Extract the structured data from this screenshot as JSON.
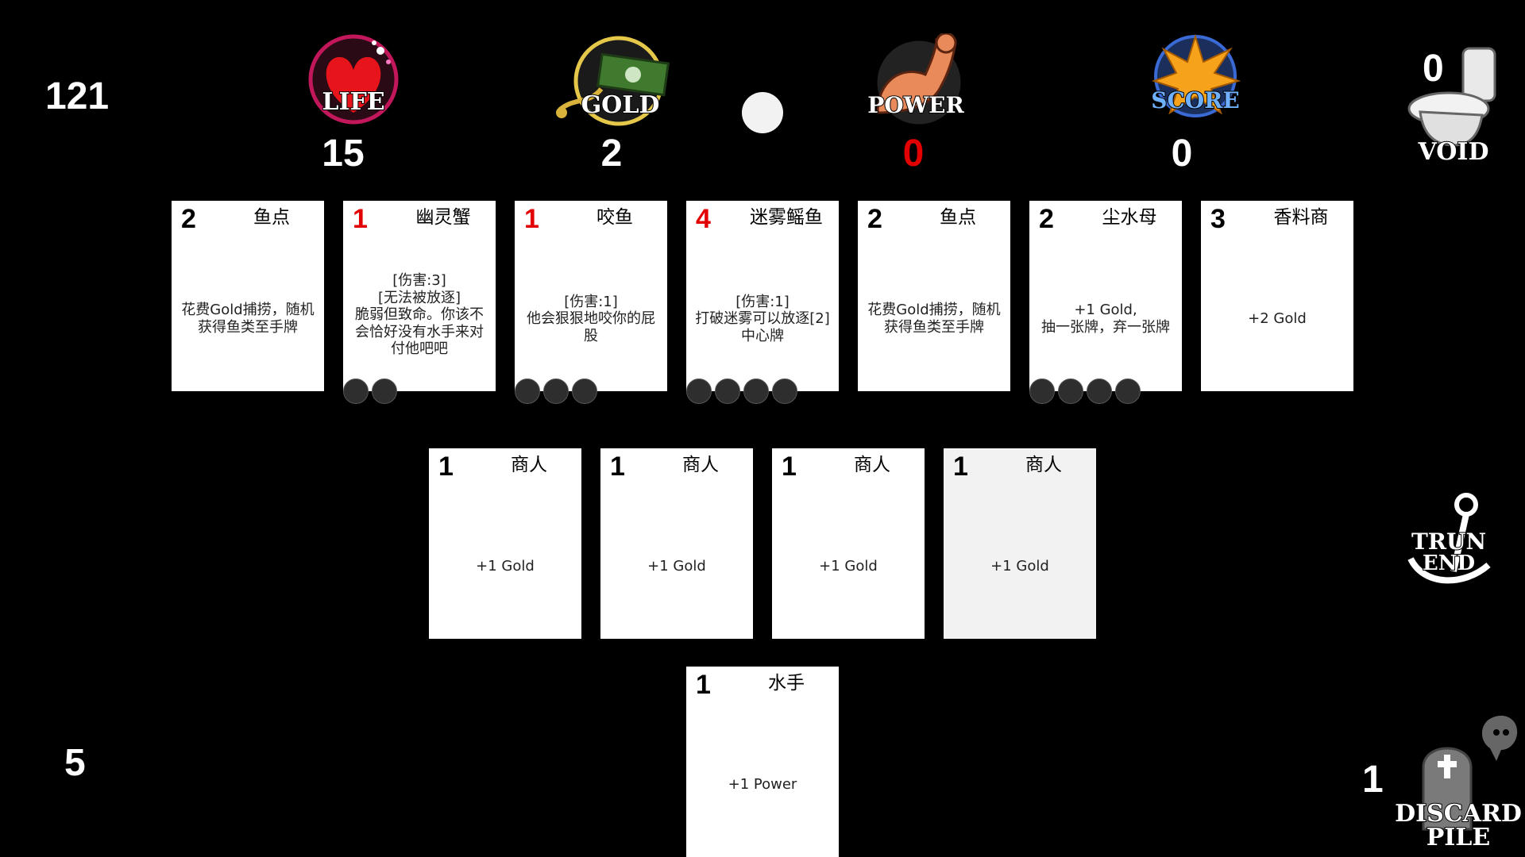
{
  "counters": {
    "top_left": "121",
    "bottom_left": "5",
    "void_count": "0",
    "discard_count": "1"
  },
  "stats": {
    "life": {
      "label": "LIFE",
      "value": "15",
      "color": "#ffffff"
    },
    "gold": {
      "label": "GOLD",
      "value": "2",
      "color": "#ffffff"
    },
    "power": {
      "label": "POWER",
      "value": "0",
      "color": "#e30000"
    },
    "score": {
      "label": "SCORE",
      "value": "0",
      "color": "#ffffff"
    }
  },
  "piles": {
    "void_label": "VOID",
    "turn_end_label_1": "TRUN",
    "turn_end_label_2": "END",
    "discard_label_1": "DISCARD",
    "discard_label_2": "PILE"
  },
  "market": [
    {
      "cost": "2",
      "cost_red": false,
      "name": "鱼点",
      "desc": "花费Gold捕捞，随机\n获得鱼类至手牌",
      "dots": 0
    },
    {
      "cost": "1",
      "cost_red": true,
      "name": "幽灵蟹",
      "desc": "[伤害:3]\n[无法被放逐]\n脆弱但致命。你该不\n会恰好没有水手来对\n付他吧吧",
      "dots": 2
    },
    {
      "cost": "1",
      "cost_red": true,
      "name": "咬鱼",
      "desc": "[伤害:1]\n他会狠狠地咬你的屁\n股",
      "dots": 3
    },
    {
      "cost": "4",
      "cost_red": true,
      "name": "迷雾鳐鱼",
      "desc": "[伤害:1]\n打破迷雾可以放逐[2]\n中心牌",
      "dots": 4
    },
    {
      "cost": "2",
      "cost_red": false,
      "name": "鱼点",
      "desc": "花费Gold捕捞，随机\n获得鱼类至手牌",
      "dots": 0
    },
    {
      "cost": "2",
      "cost_red": false,
      "name": "尘水母",
      "desc": "+1 Gold,\n抽一张牌，弃一张牌",
      "dots": 4
    },
    {
      "cost": "3",
      "cost_red": false,
      "name": "香料商",
      "desc": "+2 Gold",
      "dots": 0
    }
  ],
  "played": [
    {
      "cost": "1",
      "name": "商人",
      "desc": "+1 Gold",
      "dim": false
    },
    {
      "cost": "1",
      "name": "商人",
      "desc": "+1 Gold",
      "dim": false
    },
    {
      "cost": "1",
      "name": "商人",
      "desc": "+1 Gold",
      "dim": false
    },
    {
      "cost": "1",
      "name": "商人",
      "desc": "+1 Gold",
      "dim": true
    }
  ],
  "hand": [
    {
      "cost": "1",
      "name": "水手",
      "desc": "+1 Power"
    }
  ]
}
